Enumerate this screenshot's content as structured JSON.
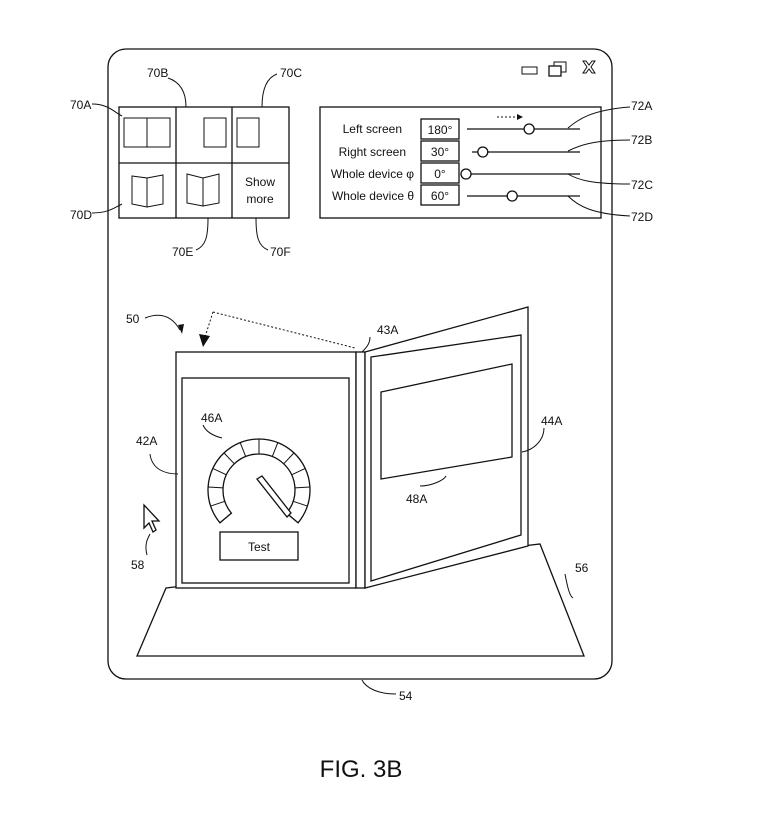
{
  "figure": {
    "caption": "FIG. 3B"
  },
  "references": {
    "window": "54",
    "device": "50",
    "left_panel": "42A",
    "hinge": "43A",
    "right_panel": "44A",
    "gauge": "46A",
    "right_content": "48A",
    "surface": "56",
    "cursor": "58",
    "preset_a": "70A",
    "preset_b": "70B",
    "preset_c": "70C",
    "preset_d": "70D",
    "preset_e": "70E",
    "preset_f": "70F",
    "slider_a": "72A",
    "slider_b": "72B",
    "slider_c": "72C",
    "slider_d": "72D"
  },
  "presets": {
    "show_more_line1": "Show",
    "show_more_line2": "more"
  },
  "sliders": [
    {
      "label": "Left screen",
      "value": "180°",
      "level": 0.55
    },
    {
      "label": "Right screen",
      "value": "30°",
      "level": 0.1
    },
    {
      "label": "Whole device φ",
      "value": "0°",
      "level": 0.0
    },
    {
      "label": "Whole device θ",
      "value": "60°",
      "level": 0.4
    }
  ],
  "left_screen": {
    "test_button": "Test"
  },
  "icons": {
    "minimize": "minimize-icon",
    "restore": "restore-icon",
    "close": "close-icon",
    "cursor": "cursor-arrow-icon"
  }
}
